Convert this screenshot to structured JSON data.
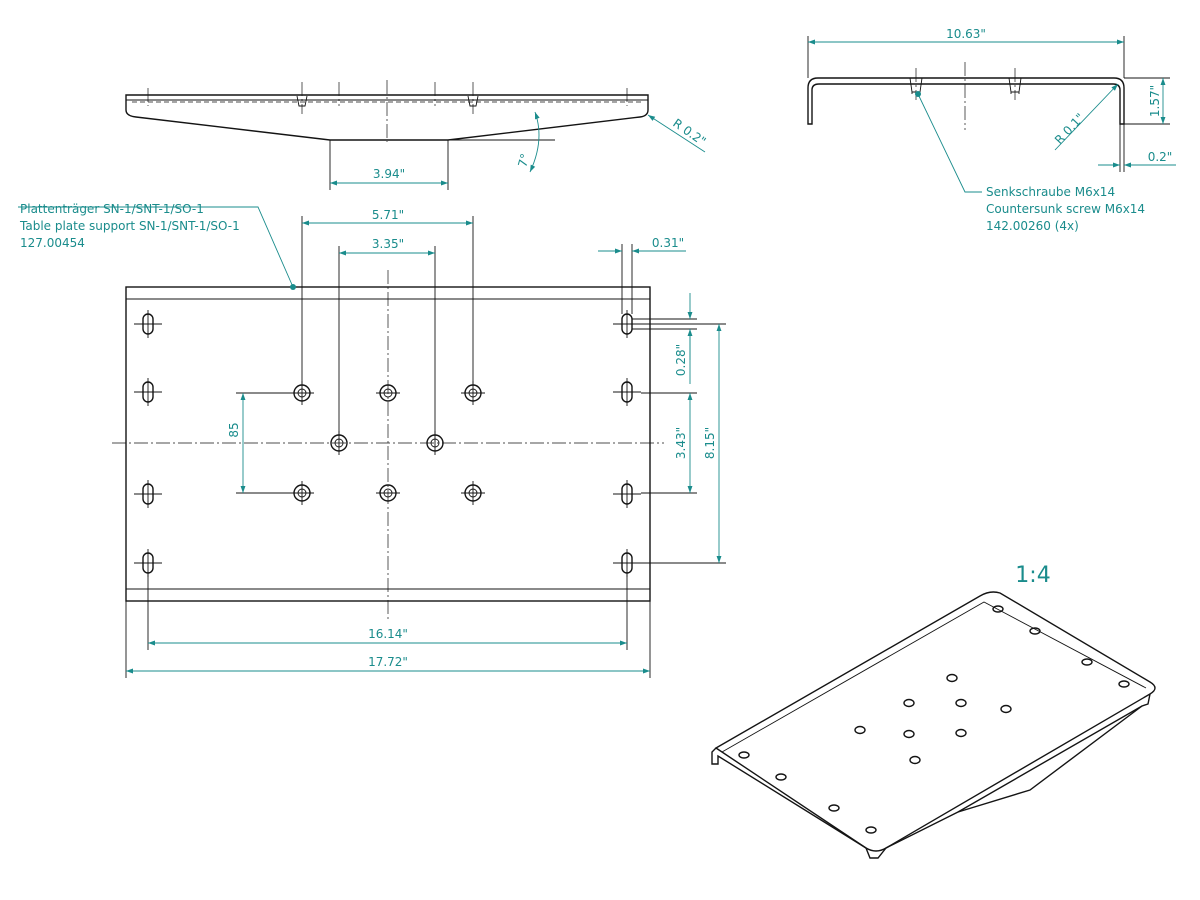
{
  "colors": {
    "dimension": "#1a8c8c",
    "outline": "#141414",
    "background": "#ffffff"
  },
  "notes": {
    "plate_line1": "Plattenträger SN-1/SNT-1/SO-1",
    "plate_line2": "Table plate support SN-1/SNT-1/SO-1",
    "plate_line3": "127.00454",
    "screw_line1": "Senkschraube M6x14",
    "screw_line2": "Countersunk screw M6x14",
    "screw_line3": "142.00260 (4x)"
  },
  "scale": "1:4",
  "dimensions": {
    "top_radius": "R 0.2\"",
    "top_width": "3.94\"",
    "top_angle": "7°",
    "side_width": "10.63\"",
    "side_height": "1.57\"",
    "side_radius": "R 0.1\"",
    "side_thickness": "0.2\"",
    "hole_span_outer": "5.71\"",
    "hole_span_inner": "3.35\"",
    "slot_width": "0.31\"",
    "slot_offset": "0.28\"",
    "hole_pitch_mm": "85",
    "hole_pitch_y": "3.43\"",
    "slot_span_y": "8.15\"",
    "slot_span_x": "16.14\"",
    "overall_length": "17.72\""
  }
}
